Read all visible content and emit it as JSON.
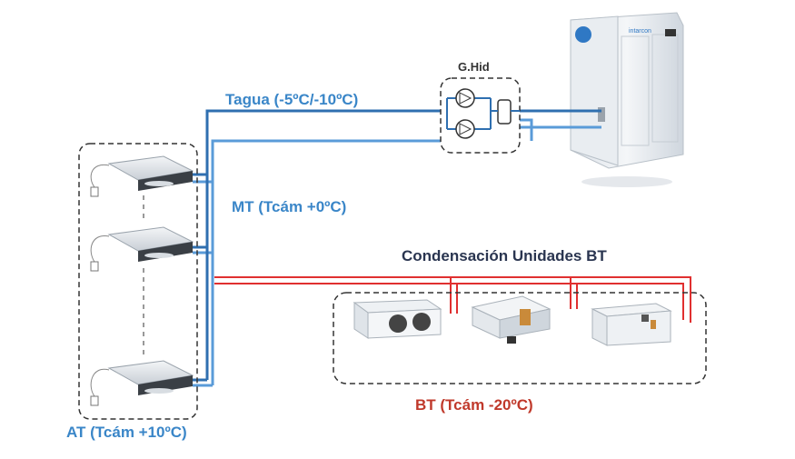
{
  "labels": {
    "gen_hidraulico": "G.Hid",
    "tagua": "Tagua (-5ºC/-10ºC)",
    "mt": "MT (Tcám +0ºC)",
    "condensacion": "Condensación Unidades BT",
    "at": "AT (Tcám +10ºC)",
    "bt": "BT (Tcám -20ºC)",
    "chiller_brand": "intarcon"
  },
  "colors": {
    "water_line": "#2f6fb0",
    "water_line_light": "#5a9bd8",
    "condensation_line": "#e03030",
    "dashed_box": "#333333"
  },
  "icons": [
    "pump-icon",
    "filter-icon",
    "evaporator-unit-icon",
    "condensing-unit-icon",
    "chiller-icon"
  ]
}
